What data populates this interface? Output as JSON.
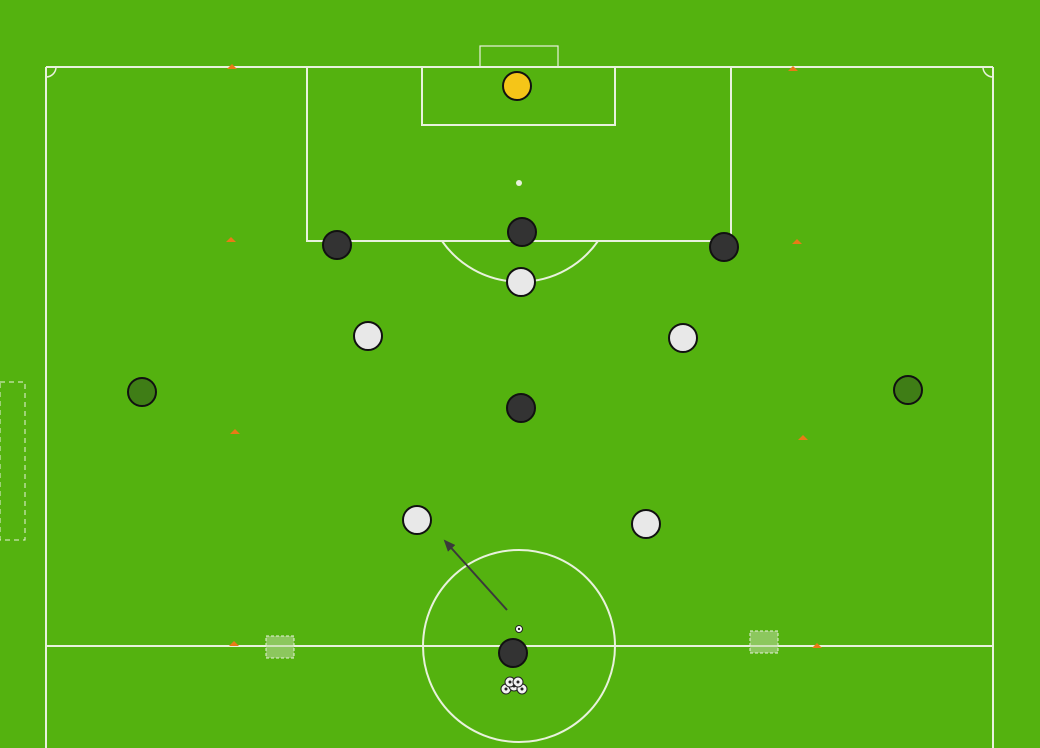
{
  "pitch": {
    "grass_color": "#54b20f",
    "line_color": "#e8f2dc"
  },
  "players": [
    {
      "team": "goalkeeper",
      "color": "#f5c518"
    },
    {
      "team": "dark",
      "color": "#333333"
    },
    {
      "team": "dark",
      "color": "#333333"
    },
    {
      "team": "dark",
      "color": "#333333"
    },
    {
      "team": "dark",
      "color": "#333333"
    },
    {
      "team": "dark",
      "color": "#333333"
    },
    {
      "team": "white",
      "color": "#e8e8e8"
    },
    {
      "team": "white",
      "color": "#e8e8e8"
    },
    {
      "team": "white",
      "color": "#e8e8e8"
    },
    {
      "team": "white",
      "color": "#e8e8e8"
    },
    {
      "team": "white",
      "color": "#e8e8e8"
    },
    {
      "team": "neutral-green",
      "color": "#3f7d16"
    },
    {
      "team": "neutral-green",
      "color": "#3f7d16"
    }
  ],
  "cone_color": "#e87a17",
  "arrow_color": "#3a3a3a",
  "mini_goal_color": "#b9d9a0"
}
